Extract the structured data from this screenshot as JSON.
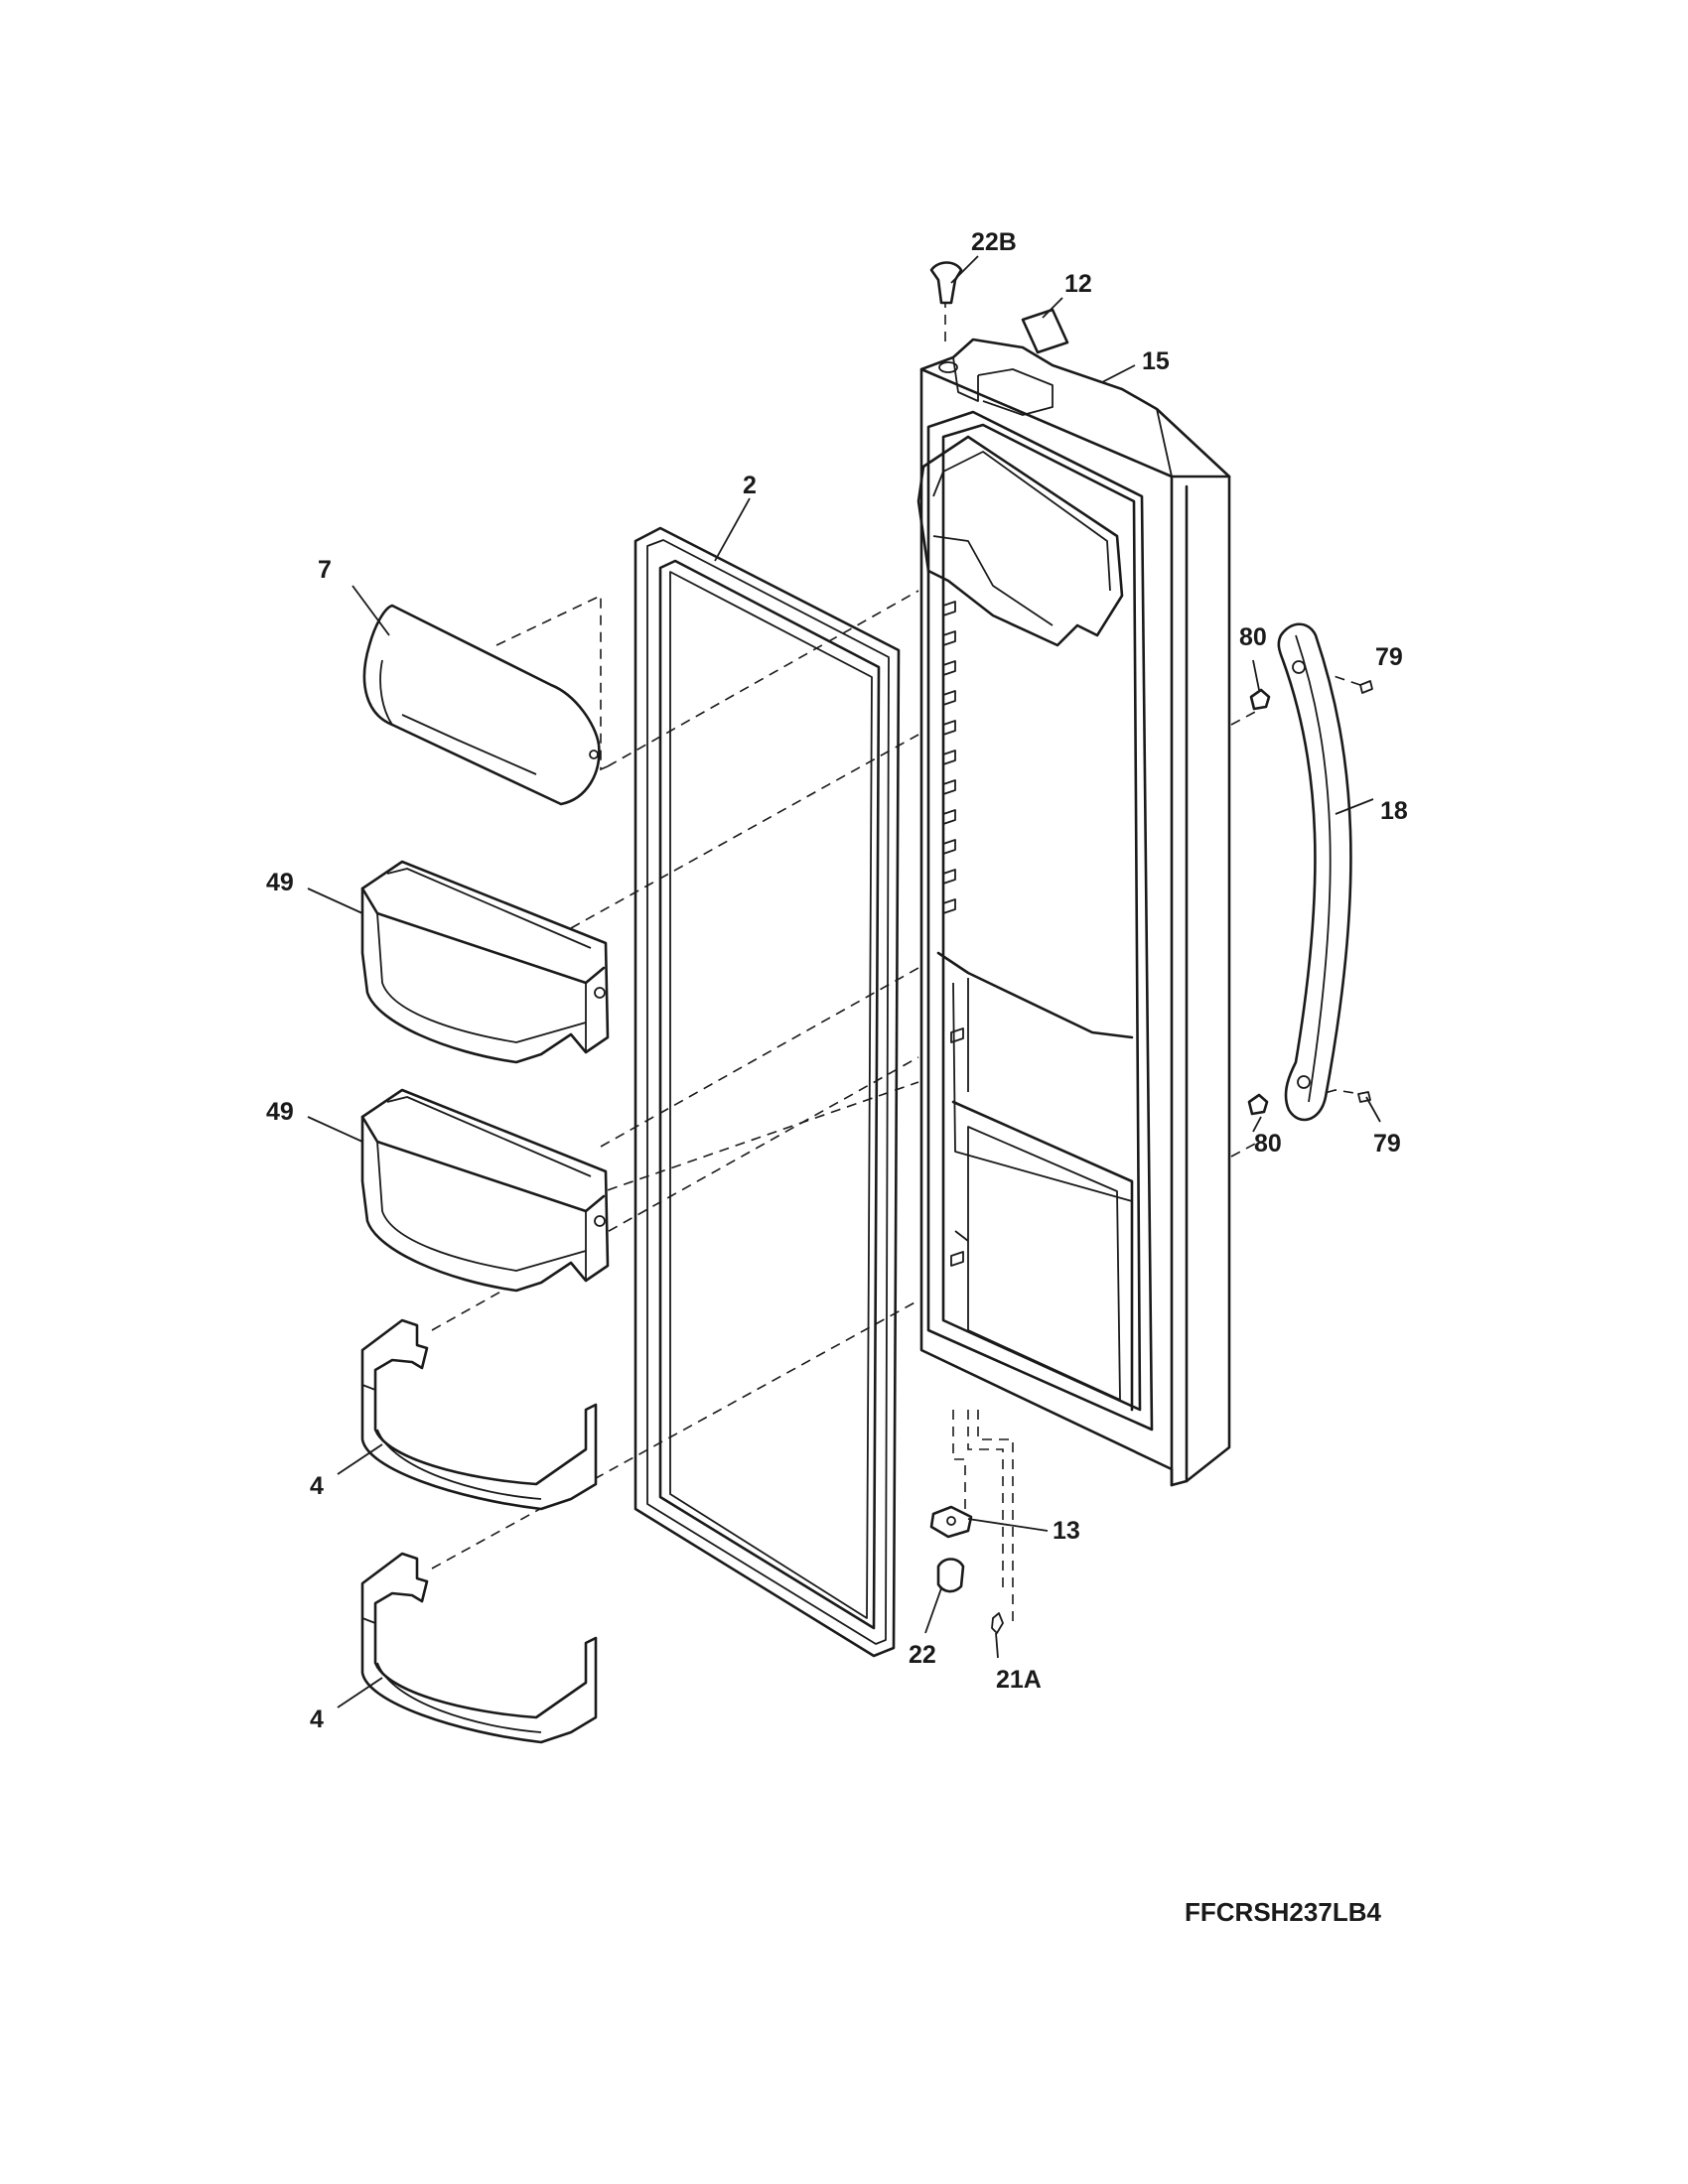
{
  "callouts": {
    "c22b": "22B",
    "c12": "12",
    "c15": "15",
    "c2": "2",
    "c7": "7",
    "c80_top": "80",
    "c79_top": "79",
    "c18": "18",
    "c49_top": "49",
    "c49_bottom": "49",
    "c80_bottom": "80",
    "c79_bottom": "79",
    "c4_top": "4",
    "c13": "13",
    "c22": "22",
    "c21a": "21A",
    "c4_bottom": "4"
  },
  "model_number": "FFCRSH237LB4"
}
